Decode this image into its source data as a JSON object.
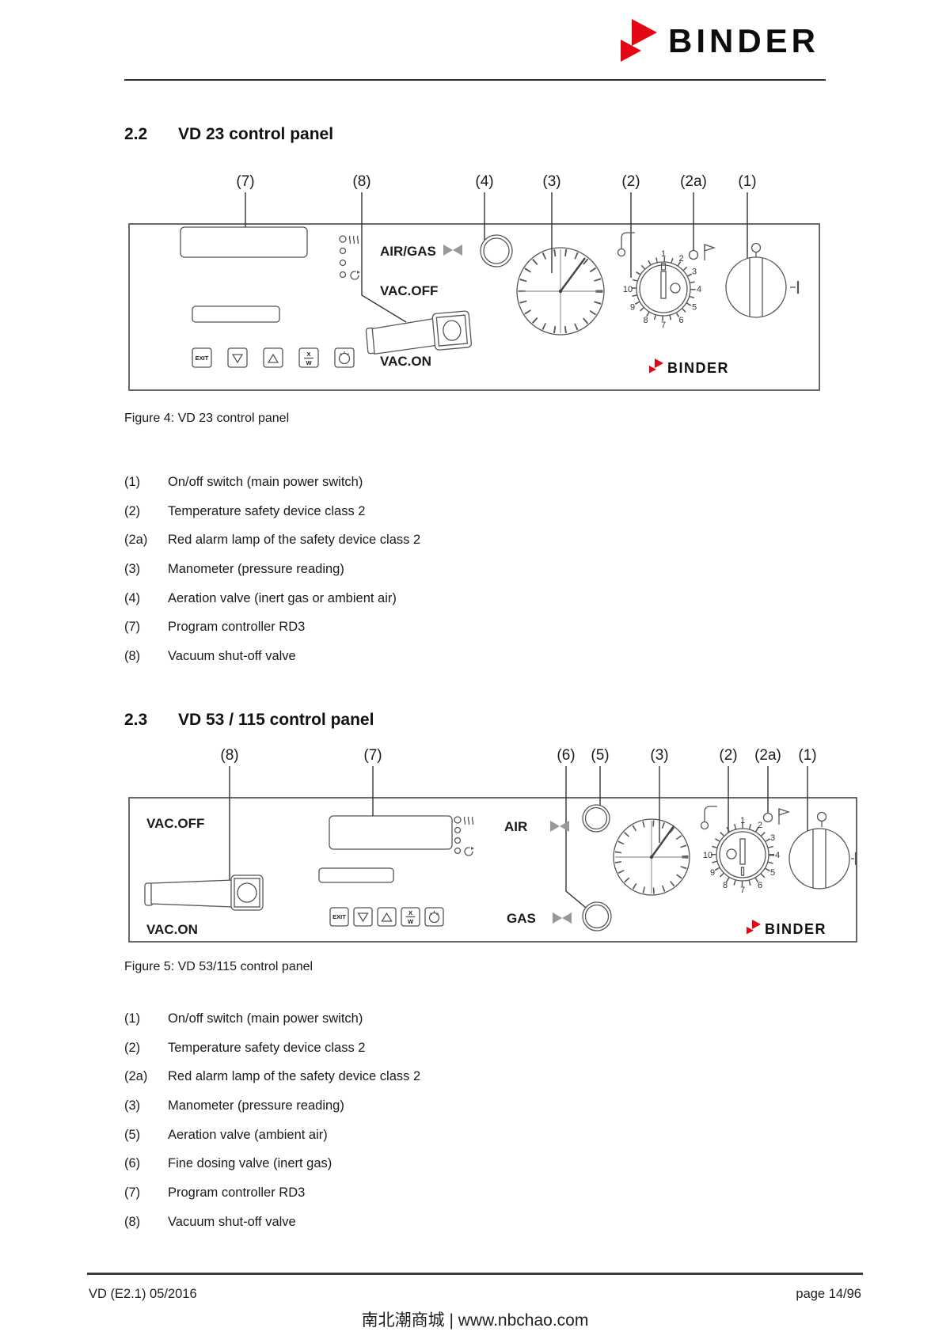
{
  "header": {
    "brand": "BINDER"
  },
  "sections": {
    "s22": {
      "number": "2.2",
      "title": "VD 23 control panel"
    },
    "s23": {
      "number": "2.3",
      "title": "VD 53 / 115 control panel"
    }
  },
  "fig4": {
    "caption": "Figure 4: VD 23 control panel",
    "callouts": [
      "(7)",
      "(8)",
      "(4)",
      "(3)",
      "(2)",
      "(2a)",
      "(1)"
    ],
    "labels": {
      "air_gas": "AIR/GAS",
      "vac_off": "VAC.OFF",
      "vac_on": "VAC.ON",
      "brand": "BINDER"
    },
    "legend": [
      {
        "num": "(1)",
        "text": "On/off switch (main power switch)"
      },
      {
        "num": "(2)",
        "text": "Temperature safety device class 2"
      },
      {
        "num": "(2a)",
        "text": "Red alarm lamp of the safety device class 2"
      },
      {
        "num": "(3)",
        "text": "Manometer (pressure reading)"
      },
      {
        "num": "(4)",
        "text": "Aeration valve (inert gas or ambient air)"
      },
      {
        "num": "(7)",
        "text": "Program controller RD3"
      },
      {
        "num": "(8)",
        "text": "Vacuum shut-off valve"
      }
    ]
  },
  "fig5": {
    "caption": "Figure 5: VD 53/115 control panel",
    "callouts": [
      "(8)",
      "(7)",
      "(6)",
      "(5)",
      "(3)",
      "(2)",
      "(2a)",
      "(1)"
    ],
    "labels": {
      "air": "AIR",
      "gas": "GAS",
      "vac_off": "VAC.OFF",
      "vac_on": "VAC.ON",
      "brand": "BINDER"
    },
    "legend": [
      {
        "num": "(1)",
        "text": "On/off switch (main power switch)"
      },
      {
        "num": "(2)",
        "text": "Temperature safety device class 2"
      },
      {
        "num": "(2a)",
        "text": "Red alarm lamp of the safety device class 2"
      },
      {
        "num": "(3)",
        "text": "Manometer (pressure reading)"
      },
      {
        "num": "(5)",
        "text": "Aeration valve (ambient air)"
      },
      {
        "num": "(6)",
        "text": "Fine dosing valve (inert gas)"
      },
      {
        "num": "(7)",
        "text": "Program controller RD3"
      },
      {
        "num": "(8)",
        "text": "Vacuum shut-off valve"
      }
    ]
  },
  "controller": {
    "exit": "EXIT",
    "xw_top": "X",
    "xw_bottom": "W"
  },
  "dial": {
    "numbers": [
      "1",
      "2",
      "3",
      "4",
      "5",
      "6",
      "7",
      "8",
      "9",
      "10"
    ]
  },
  "footer": {
    "left": "VD (E2.1) 05/2016",
    "right": "page 14/96",
    "watermark": "南北潮商城 | www.nbchao.com"
  },
  "colors": {
    "brand_red": "#e30613",
    "line": "#4a4a4a",
    "text": "#1a1a1a"
  },
  "icons": {
    "valve": "bowtie",
    "heating": "waves",
    "autotune": "circular-arrow",
    "thermometer": "thermometer",
    "alarm": "flag",
    "power_off": "O",
    "power_on": "I"
  }
}
